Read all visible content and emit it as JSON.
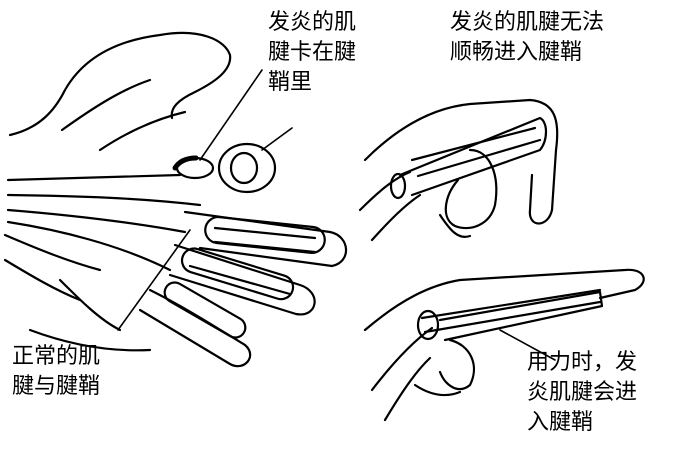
{
  "labels": {
    "inflamed_stuck": "发炎的肌\n腱卡在腱\n鞘里",
    "cannot_enter": "发炎的肌腱无法\n顺畅进入腱鞘",
    "normal": "正常的肌\n腱与腱鞘",
    "force_enter": "用力时，发\n炎肌腱会进\n入腱鞘"
  }
}
